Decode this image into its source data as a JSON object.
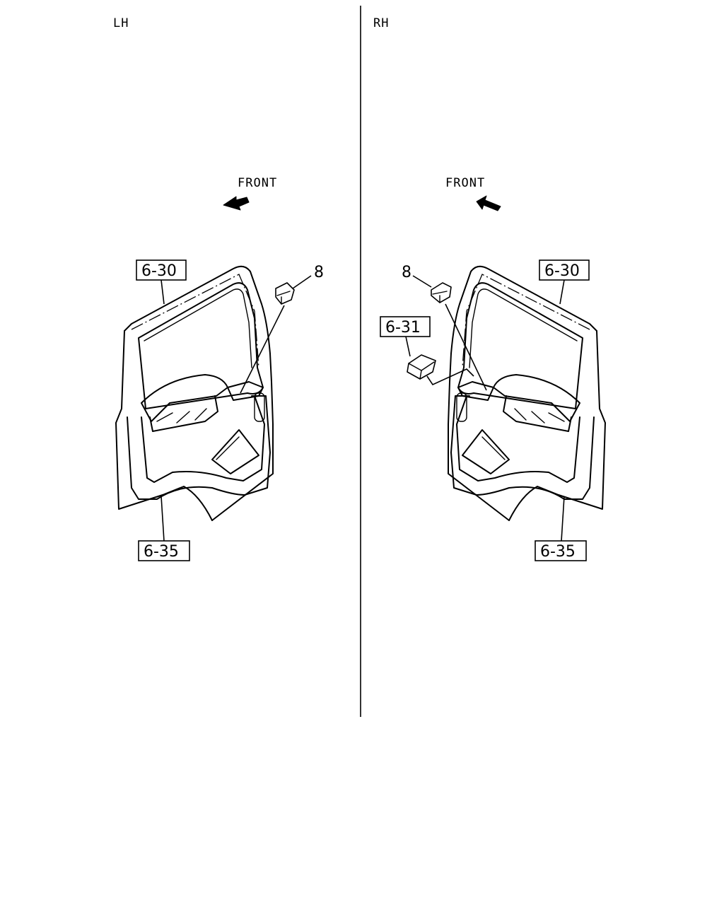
{
  "panels": {
    "left": {
      "side_label": "LH",
      "direction_label": "FRONT",
      "callouts": {
        "upper_ref": "6-30",
        "lower_ref": "6-35",
        "part_number": "8"
      }
    },
    "right": {
      "side_label": "RH",
      "direction_label": "FRONT",
      "callouts": {
        "upper_ref": "6-30",
        "lower_ref": "6-35",
        "part_number": "8",
        "switch_ref": "6-31"
      }
    }
  }
}
